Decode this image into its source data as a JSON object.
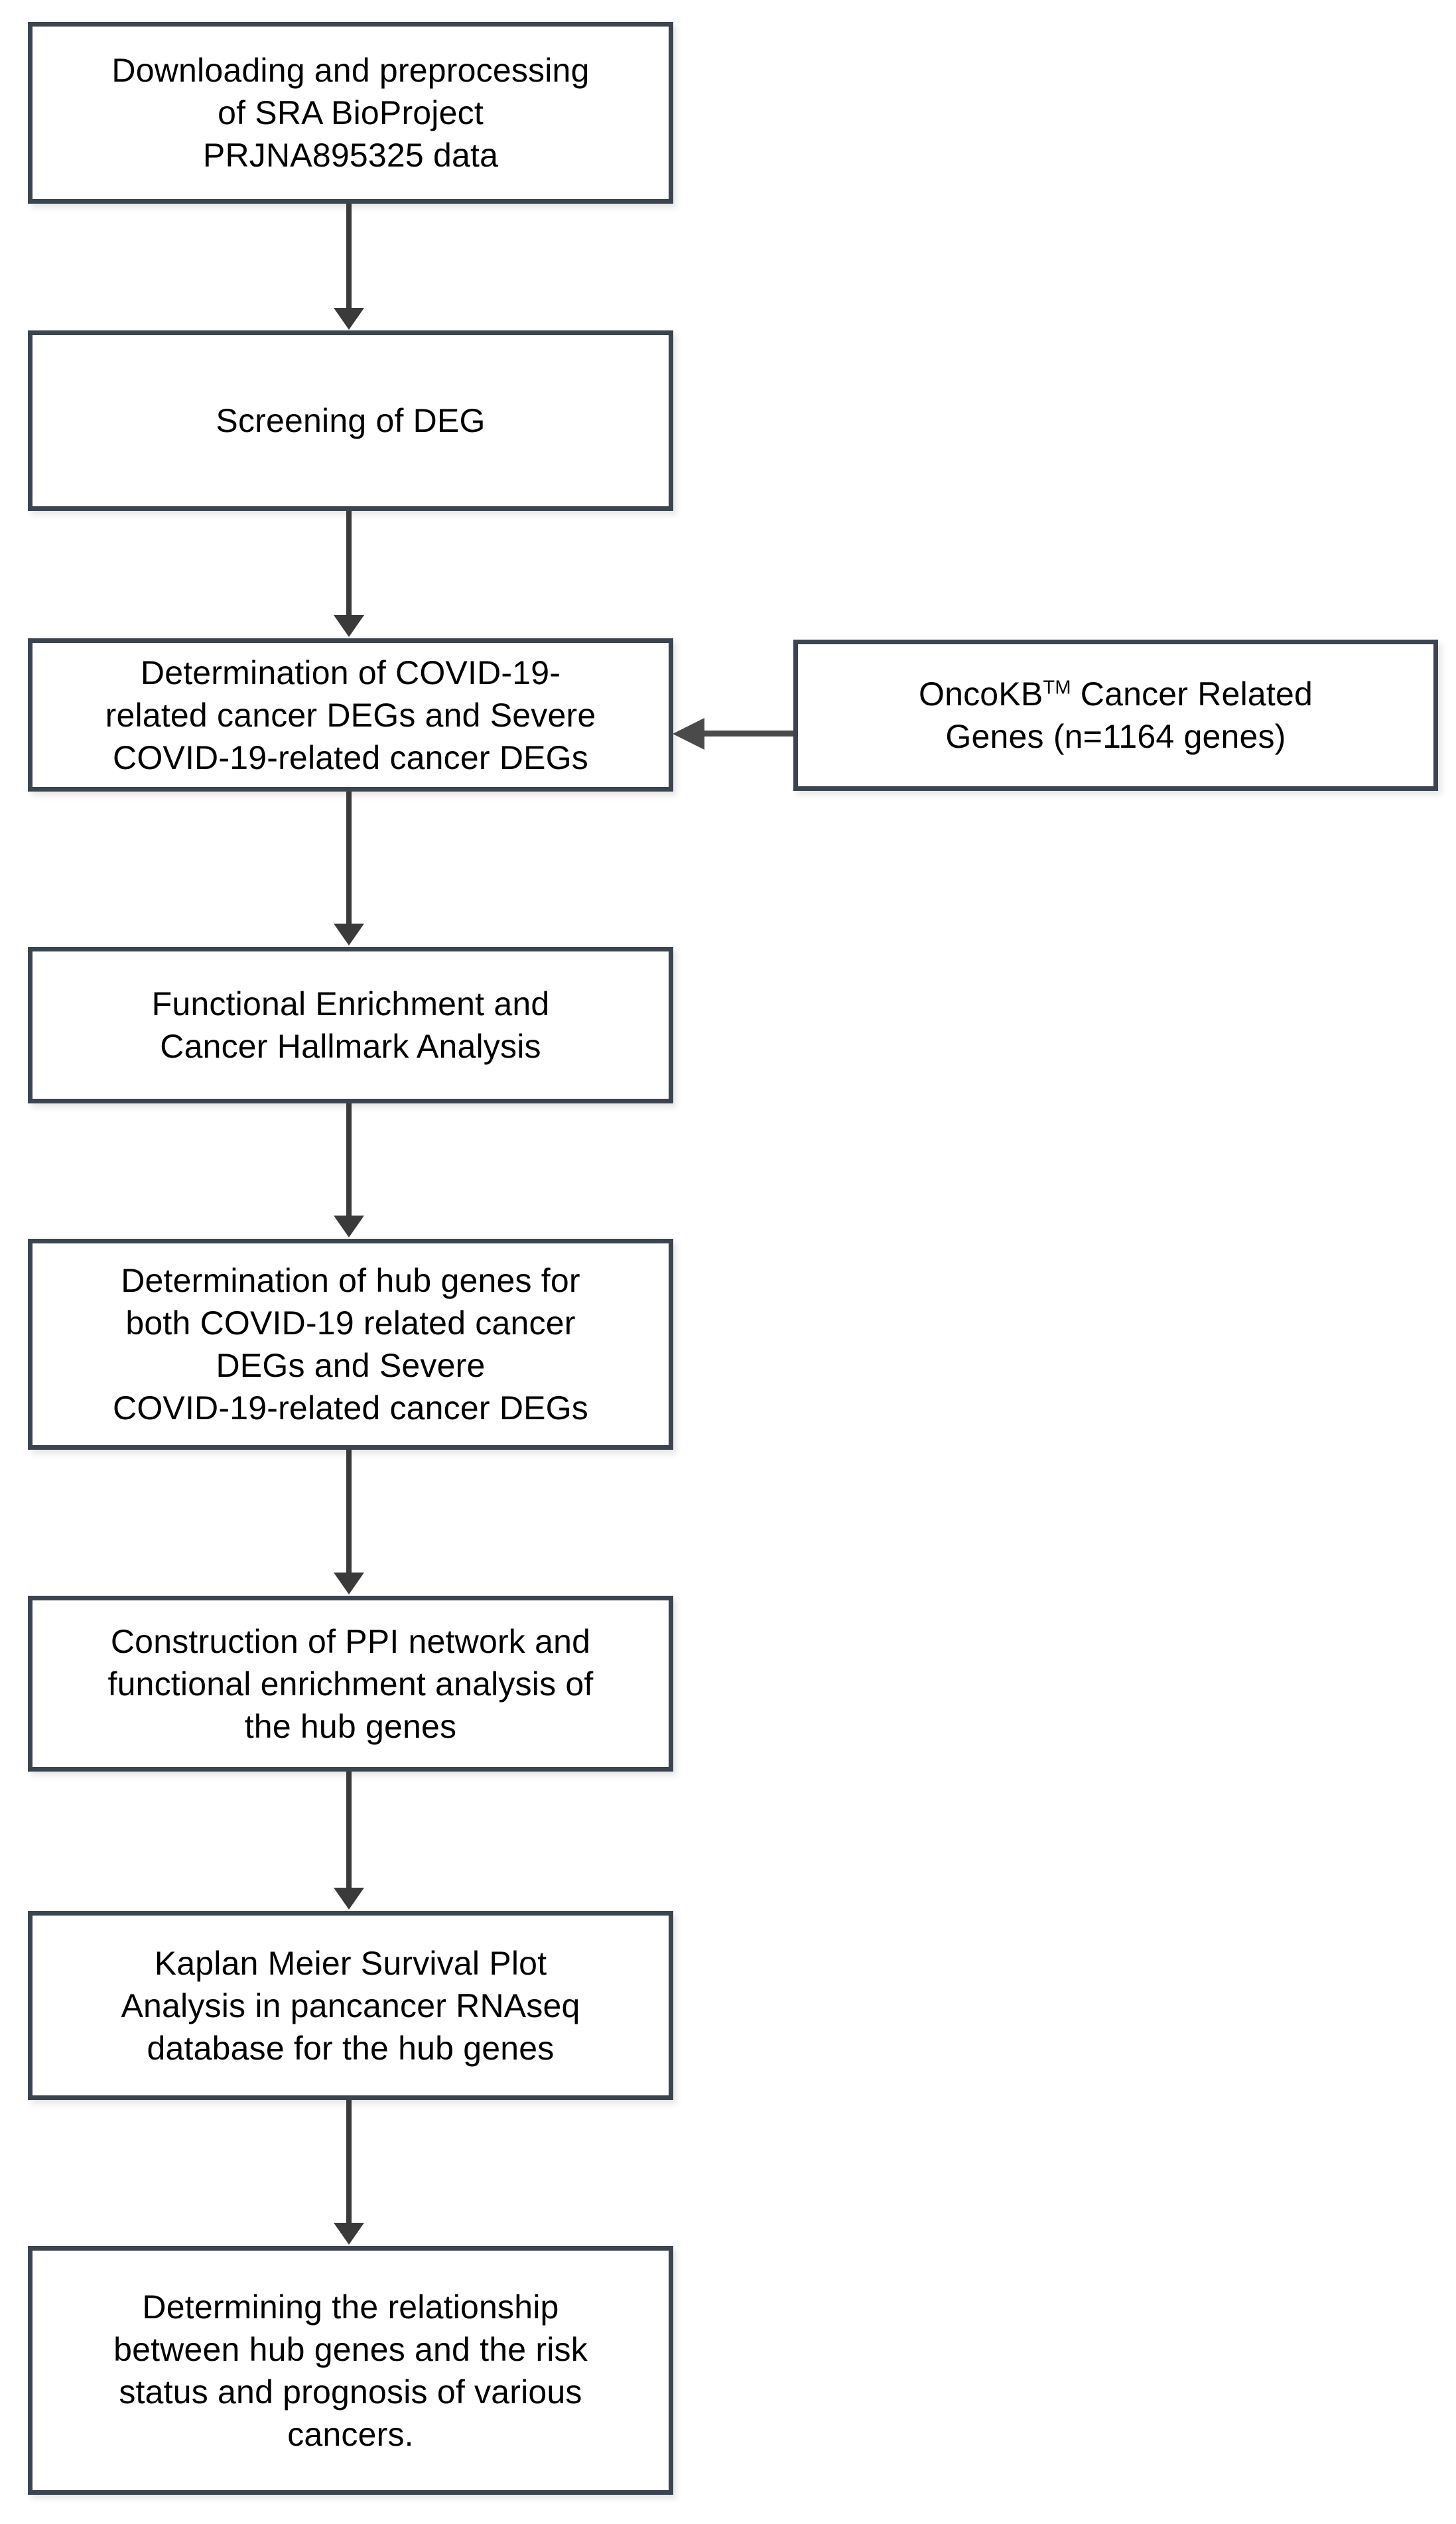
{
  "diagram": {
    "title": "Study workflow flowchart",
    "type": "flowchart",
    "orientation": "top-to-bottom",
    "colors": {
      "box_border": "#3c4451",
      "box_fill": "#ffffff",
      "arrow": "#3a3a3a",
      "text": "#000000",
      "background": "#ffffff"
    }
  },
  "nodes": [
    {
      "id": "node-1",
      "label": "Downloading and preprocessing\nof SRA BioProject\nPRJNA895325 data"
    },
    {
      "id": "node-2",
      "label": "Screening of DEG"
    },
    {
      "id": "node-3",
      "label": "Determination of  COVID-19-\nrelated cancer DEGs and Severe\nCOVID-19-related cancer DEGs"
    },
    {
      "id": "node-oncokb",
      "label_part1": "OncoKB",
      "label_superscript": "TM",
      "label_part2": " Cancer Related\nGenes (n=1164 genes)",
      "gene_count": "1164"
    },
    {
      "id": "node-4",
      "label": "Functional Enrichment and\nCancer Hallmark Analysis"
    },
    {
      "id": "node-5",
      "label": "Determination of hub genes for\nboth COVID-19 related cancer\nDEGs and Severe\nCOVID-19-related cancer DEGs"
    },
    {
      "id": "node-6",
      "label": "Construction of PPI network and\nfunctional enrichment analysis of\nthe hub genes"
    },
    {
      "id": "node-7",
      "label": "Kaplan Meier Survival Plot\nAnalysis in pancancer RNAseq\ndatabase for the hub genes"
    },
    {
      "id": "node-8",
      "label": "Determining the relationship\nbetween hub genes and the risk\nstatus and prognosis of various\ncancers."
    }
  ],
  "edges": [
    {
      "id": "arrow-1-2",
      "from": "node-1",
      "to": "node-2",
      "direction": "down"
    },
    {
      "id": "arrow-2-3",
      "from": "node-2",
      "to": "node-3",
      "direction": "down"
    },
    {
      "id": "arrow-3-4",
      "from": "node-3",
      "to": "node-4",
      "direction": "down"
    },
    {
      "id": "arrow-4-5",
      "from": "node-4",
      "to": "node-5",
      "direction": "down"
    },
    {
      "id": "arrow-5-6",
      "from": "node-5",
      "to": "node-6",
      "direction": "down"
    },
    {
      "id": "arrow-6-7",
      "from": "node-6",
      "to": "node-7",
      "direction": "down"
    },
    {
      "id": "arrow-7-8",
      "from": "node-7",
      "to": "node-8",
      "direction": "down"
    },
    {
      "id": "arrow-onco-3",
      "from": "node-oncokb",
      "to": "node-3",
      "direction": "left"
    }
  ]
}
